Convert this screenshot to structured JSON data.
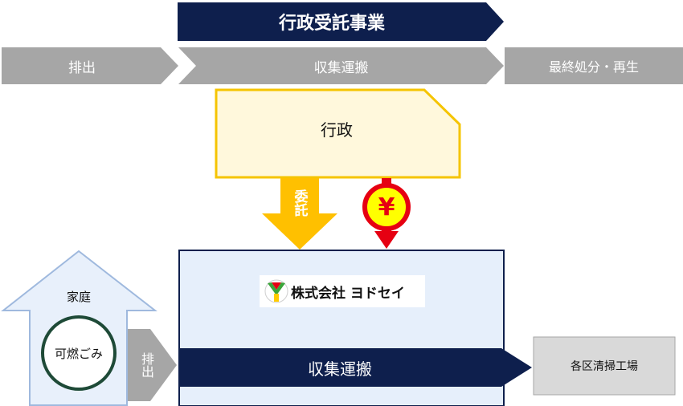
{
  "header": {
    "title": "行政受託事業",
    "stages": [
      "排出",
      "収集運搬",
      "最終処分・再生"
    ]
  },
  "government": {
    "label": "行政"
  },
  "flows": {
    "commission_label": "委託",
    "payment_symbol": "¥"
  },
  "company": {
    "name": "株式会社 ヨドセイ"
  },
  "household": {
    "label": "家庭",
    "waste_label": "可燃ごみ",
    "discharge_label": "排出"
  },
  "collection": {
    "label": "収集運搬"
  },
  "destination": {
    "label": "各区清掃工場"
  },
  "colors": {
    "navy": "#0e1f4d",
    "gray_band": "#a6a6a6",
    "gov_fill": "#fff8dc",
    "gov_border": "#f5c400",
    "commission_arrow": "#ffc000",
    "yen_circle": "#ffff00",
    "yen_ring": "#e60012",
    "company_fill": "#e6effb",
    "house_fill": "#e8f0fb",
    "house_border": "#9fb9de",
    "circle_border": "#1e4a37",
    "logo_green": "#3aa63a",
    "logo_red": "#e60012",
    "logo_yellow": "#ffcc00"
  }
}
